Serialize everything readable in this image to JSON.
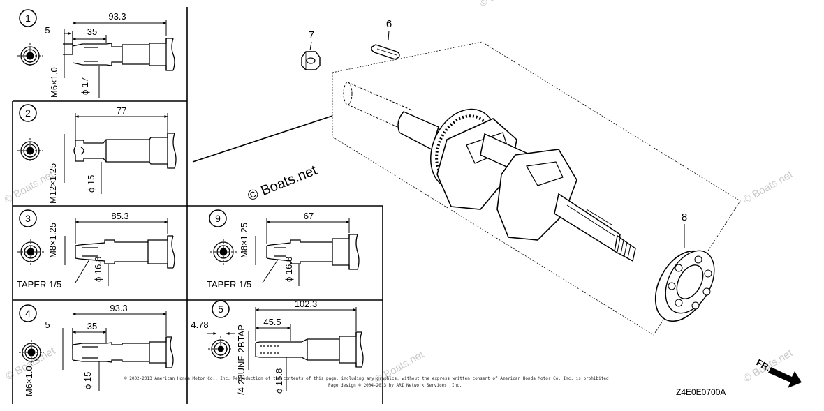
{
  "watermark": "© Boats.net",
  "variants": [
    {
      "badge": "1",
      "dims": [
        "93.3",
        "5",
        "35"
      ],
      "thread": "M6×1.0",
      "dia": "ϕ 17"
    },
    {
      "badge": "2",
      "dims": [
        "77"
      ],
      "thread": "M12×1.25",
      "dia": "ϕ 15"
    },
    {
      "badge": "3",
      "dims": [
        "85.3"
      ],
      "thread": "M8×1.25",
      "dia": "ϕ 16.8",
      "taper": "TAPER 1/5"
    },
    {
      "badge": "9",
      "dims": [
        "67"
      ],
      "thread": "M8×1.25",
      "dia": "ϕ 16.8",
      "taper": "TAPER 1/5"
    },
    {
      "badge": "4",
      "dims": [
        "93.3",
        "5",
        "35"
      ],
      "thread": "M6×1.0",
      "dia": "ϕ 15"
    },
    {
      "badge": "5",
      "dims": [
        "102.3",
        "4.78",
        "45.5"
      ],
      "thread": "/4-28UNF-2BTAP",
      "dia": "ϕ 15.8"
    }
  ],
  "callouts": [
    "7",
    "6",
    "8"
  ],
  "fr_label": "FR.",
  "diagram_code": "Z4E0E0700A",
  "copyright_lines": [
    "© 2002-2013 American Honda Motor Co., Inc. Reproduction of the contents of this page, including any graphics, without the express written consent of American Honda Motor Co. Inc. is prohibited.",
    "Page design © 2004-2013 by ARI Network Services, Inc."
  ]
}
